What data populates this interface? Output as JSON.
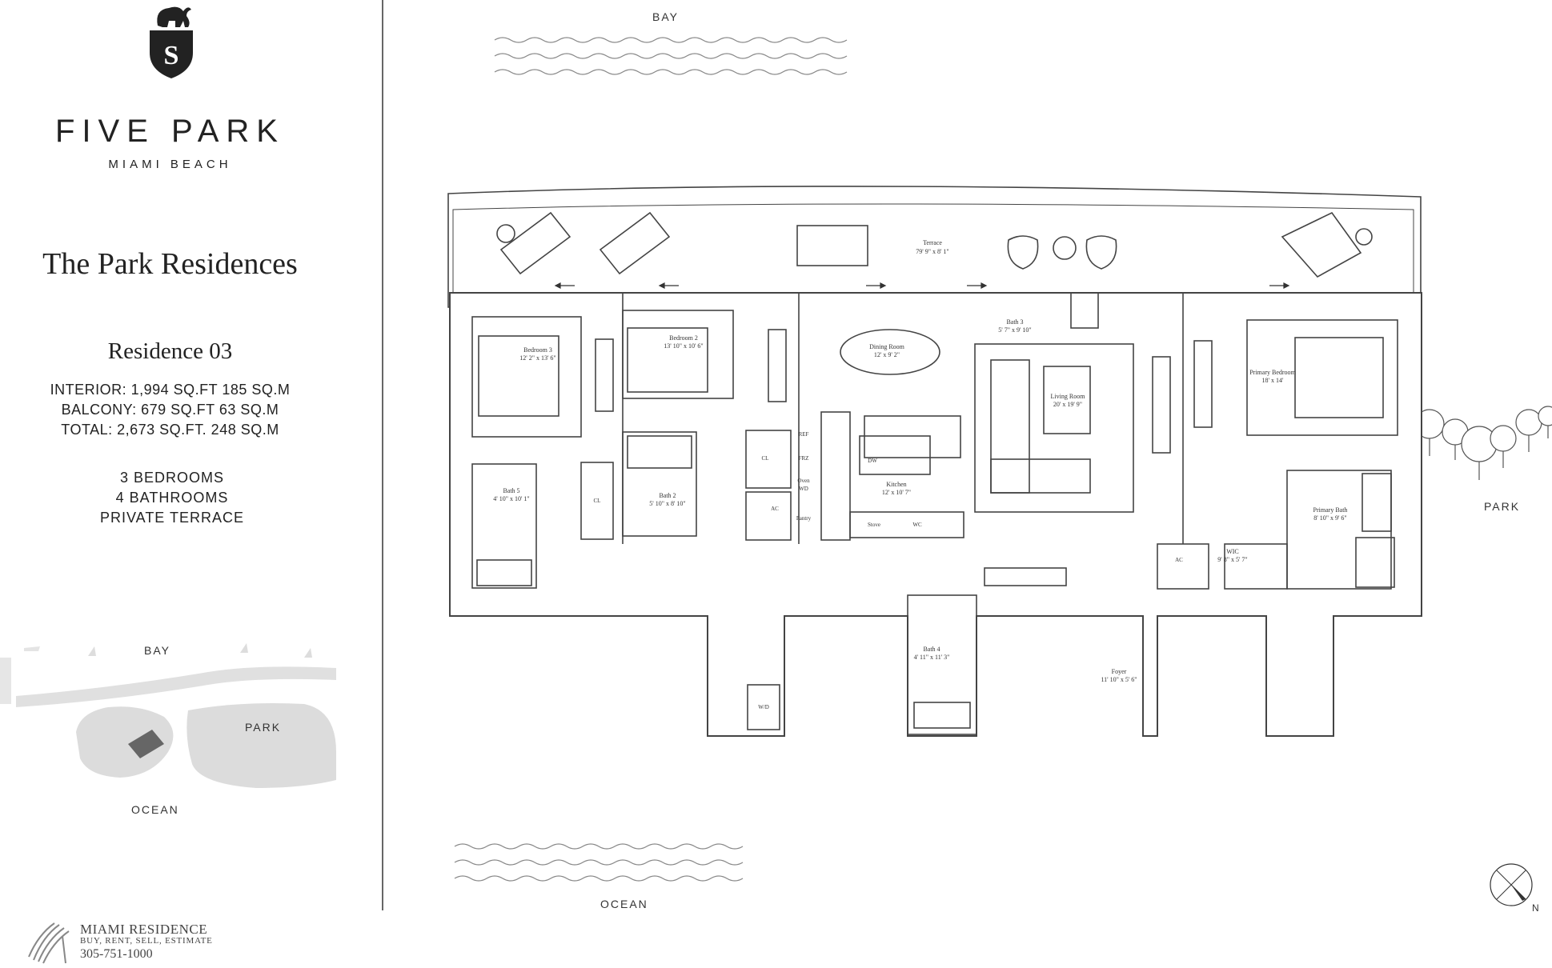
{
  "brand": {
    "name": "FIVE PARK",
    "location": "MIAMI BEACH",
    "collection": "The Park Residences"
  },
  "residence": {
    "title": "Residence 03",
    "interior": "INTERIOR: 1,994 SQ.FT  185 SQ.M",
    "balcony": "BALCONY: 679 SQ.FT  63 SQ.M",
    "total": "TOTAL: 2,673 SQ.FT.   248 SQ.M",
    "features": [
      "3 BEDROOMS",
      "4 BATHROOMS",
      "PRIVATE TERRACE"
    ]
  },
  "site_map": {
    "bay": "BAY",
    "park": "PARK",
    "ocean": "OCEAN",
    "colors": {
      "land": "#dcdcdc",
      "unit": "#666666"
    }
  },
  "plan": {
    "bay": "BAY",
    "ocean": "OCEAN",
    "park": "PARK",
    "north": "N",
    "rooms": {
      "terrace": {
        "name": "Terrace",
        "dims": "79' 9\" x 8' 1\""
      },
      "bedroom3": {
        "name": "Bedroom 3",
        "dims": "12' 2\" x 13' 6\""
      },
      "bedroom2": {
        "name": "Bedroom 2",
        "dims": "13' 10\" x 10' 6\""
      },
      "dining": {
        "name": "Dining Room",
        "dims": "12' x 9' 2\""
      },
      "bath3": {
        "name": "Bath 3",
        "dims": "5' 7\" x 9' 10\""
      },
      "living": {
        "name": "Living Room",
        "dims": "20' x 19' 9\""
      },
      "primary_bed": {
        "name": "Primary Bedroom",
        "dims": "18' x 14'"
      },
      "bath5": {
        "name": "Bath 5",
        "dims": "4' 10\" x 10' 1\""
      },
      "bath2": {
        "name": "Bath 2",
        "dims": "5' 10\" x 8' 10\""
      },
      "kitchen": {
        "name": "Kitchen",
        "dims": "12' x 10' 7\""
      },
      "primary_bath": {
        "name": "Primary Bath",
        "dims": "8' 10\" x 9' 6\""
      },
      "wic": {
        "name": "WIC",
        "dims": "9' 8\" x 5' 7\""
      },
      "bath4": {
        "name": "Bath 4",
        "dims": "4' 11\" x 11' 3\""
      },
      "foyer": {
        "name": "Foyer",
        "dims": "11' 10\" x 5' 6\""
      }
    },
    "fixtures": {
      "cl": "CL",
      "ref": "REF",
      "frz": "FRZ",
      "oven": "Oven",
      "wd": "WD",
      "pantry": "Pantry",
      "ac": "AC",
      "dw": "DW",
      "stove": "Stove",
      "wc": "WC",
      "wd2": "W/D"
    }
  },
  "footer": {
    "company": "MIAMI RESIDENCE",
    "tagline": "BUY, RENT, SELL, ESTIMATE",
    "phone": "305-751-1000"
  }
}
